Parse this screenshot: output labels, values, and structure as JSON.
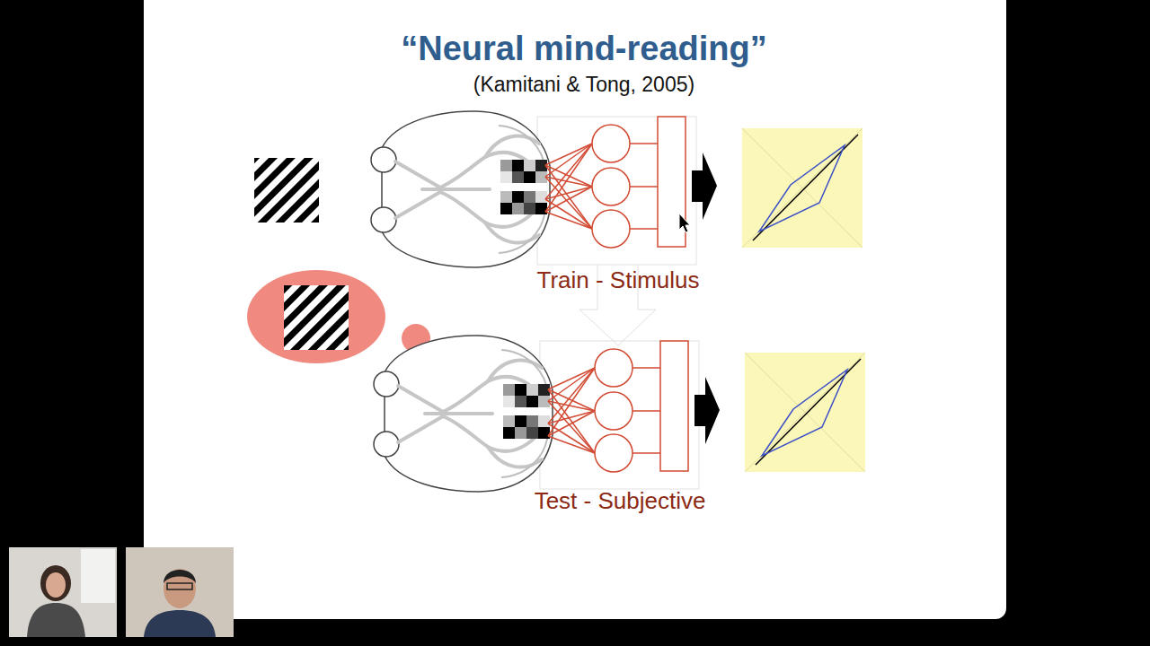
{
  "diagram": {
    "title": "“Neural mind-reading”",
    "labels": [
      "(Kamitani & Tong, 2005)",
      "Train - Stimulus",
      "Test - Subjective"
    ]
  }
}
